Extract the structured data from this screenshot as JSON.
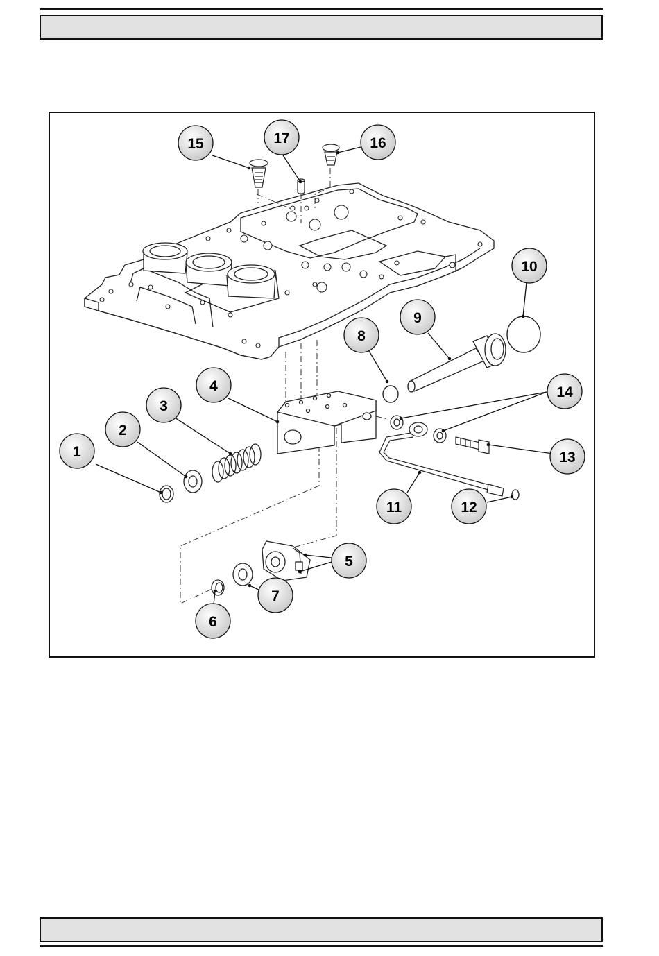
{
  "callouts": [
    {
      "label": "1"
    },
    {
      "label": "2"
    },
    {
      "label": "3"
    },
    {
      "label": "4"
    },
    {
      "label": "5"
    },
    {
      "label": "6"
    },
    {
      "label": "7"
    },
    {
      "label": "8"
    },
    {
      "label": "9"
    },
    {
      "label": "10"
    },
    {
      "label": "11"
    },
    {
      "label": "12"
    },
    {
      "label": "13"
    },
    {
      "label": "14"
    },
    {
      "label": "15"
    },
    {
      "label": "16"
    },
    {
      "label": "17"
    }
  ],
  "colors": {
    "rule": "#111111",
    "bar_fill": "#e2e2e2",
    "callout_fill": "#e4e4e4",
    "line": "#222222"
  }
}
